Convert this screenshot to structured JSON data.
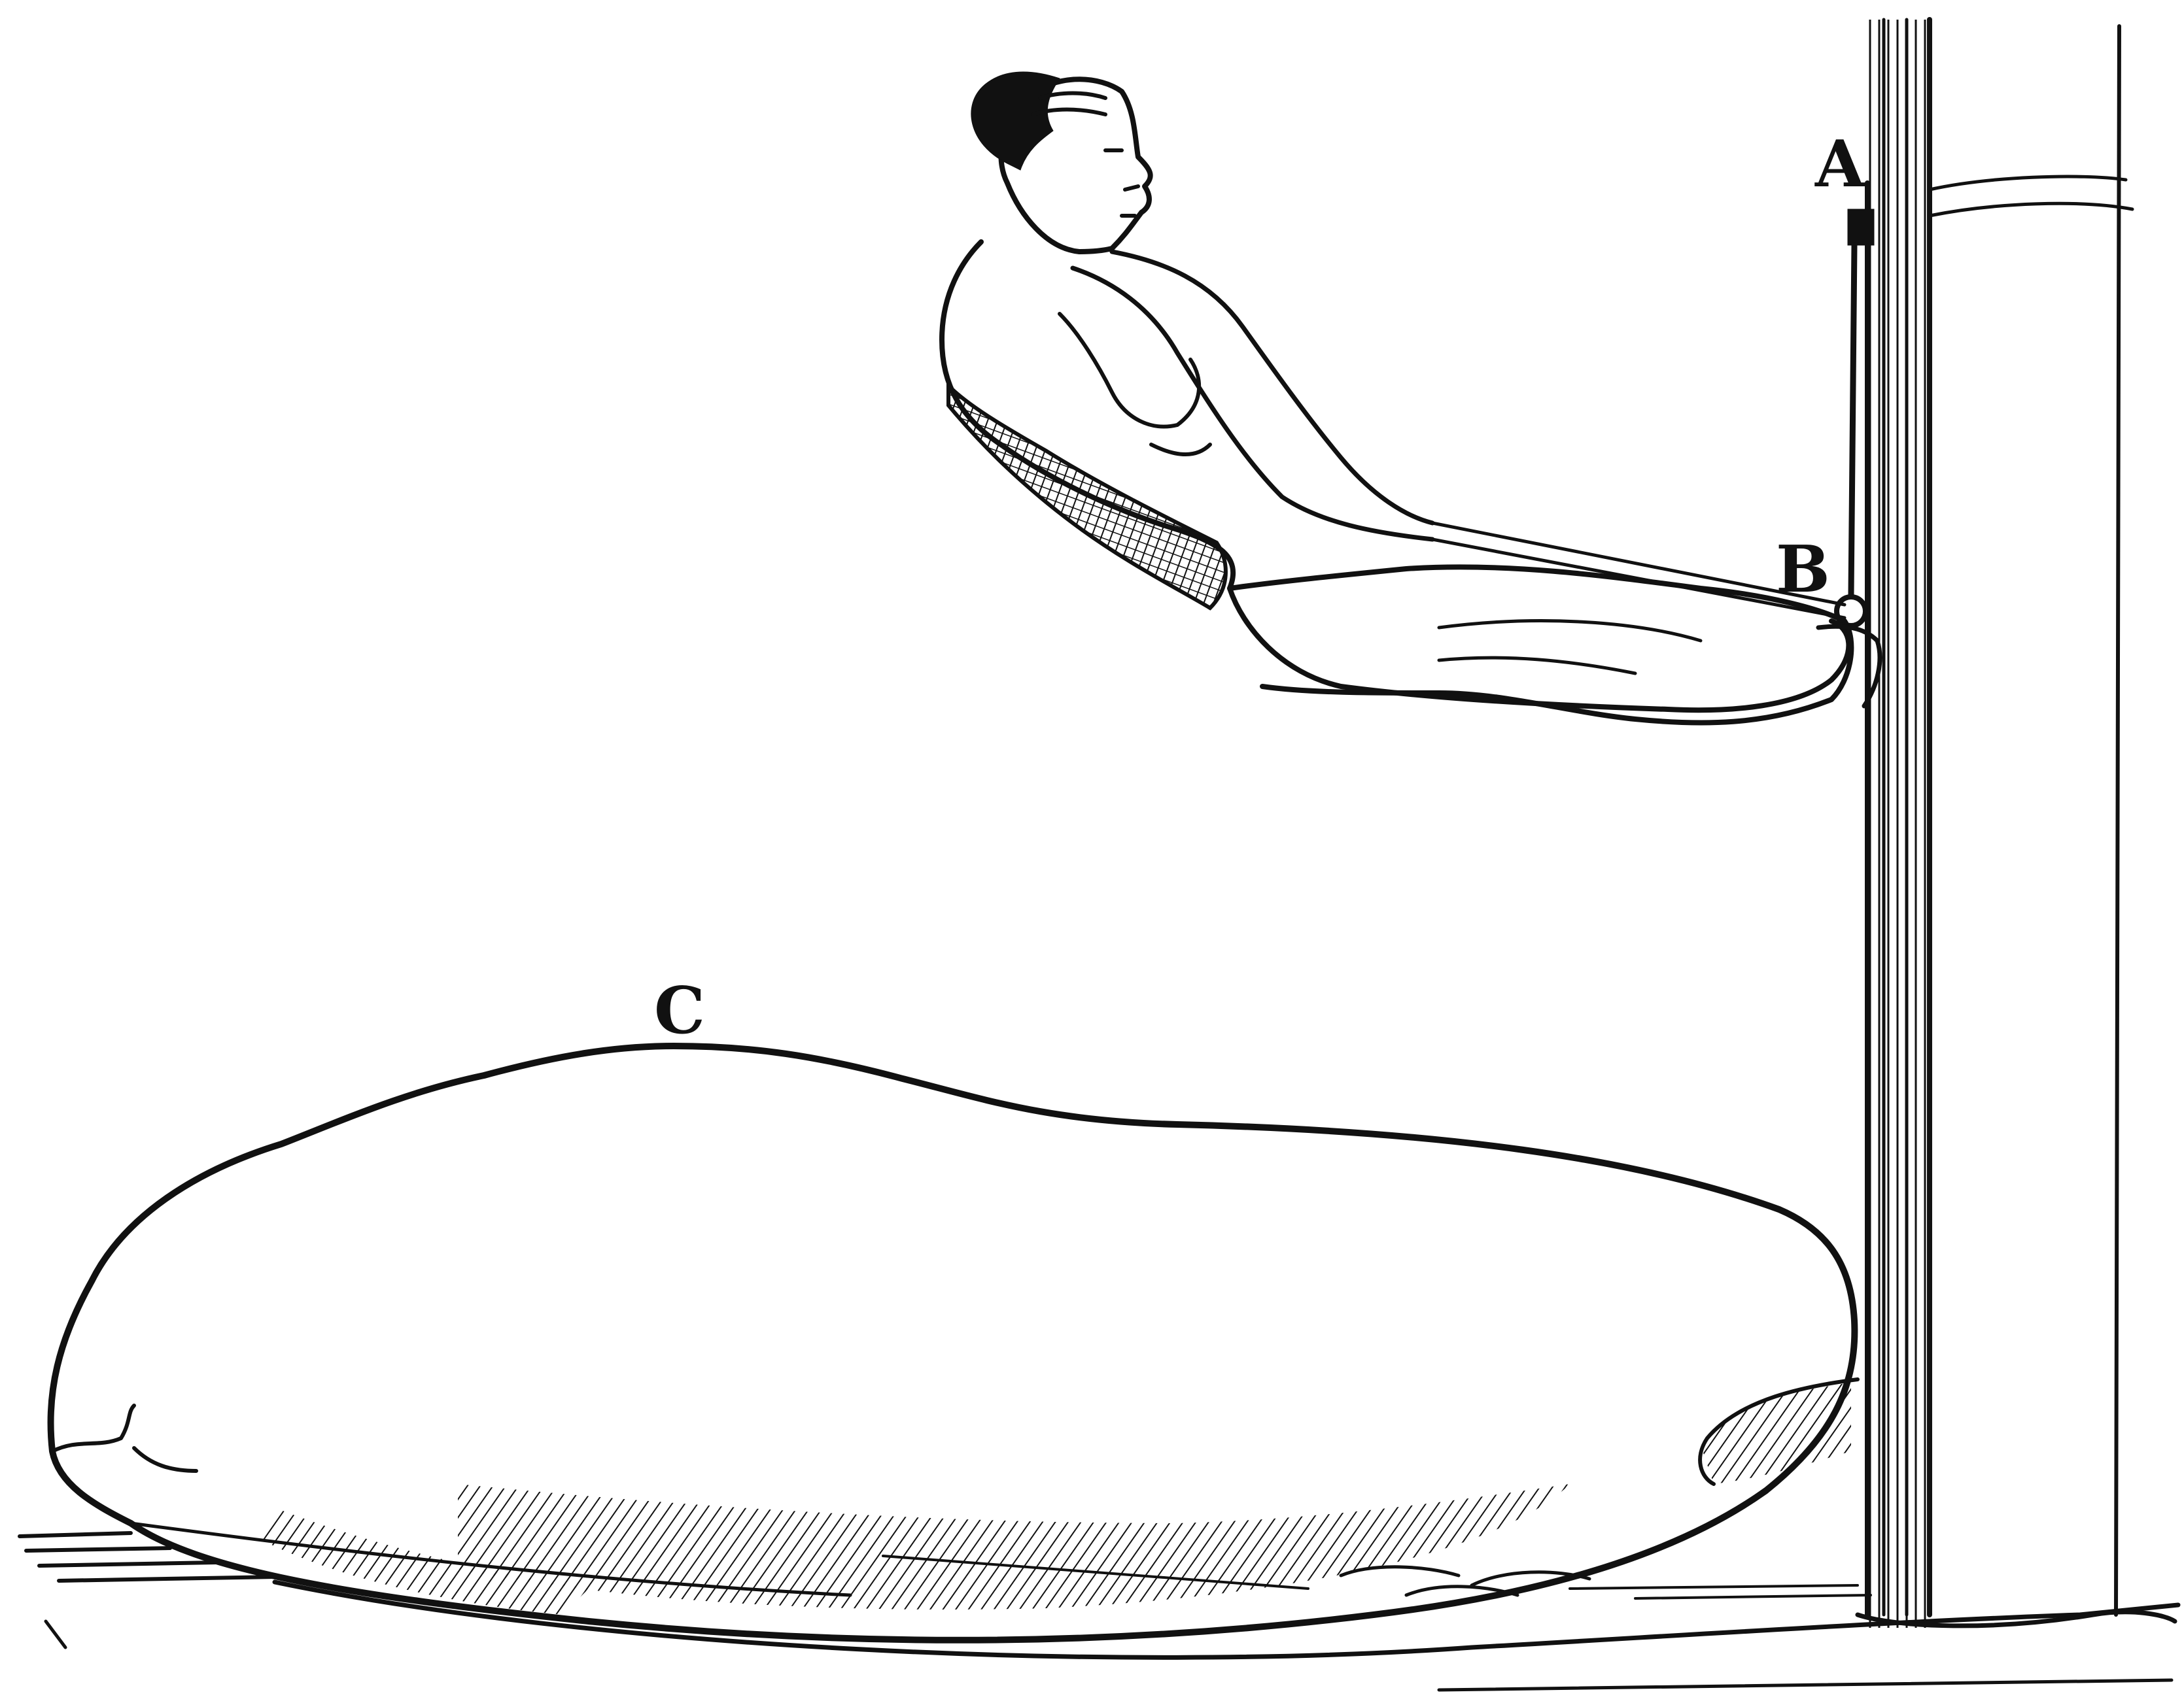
{
  "figure": {
    "labels": {
      "a": "A",
      "b": "B",
      "c": "C"
    },
    "colors": {
      "ink": "#111111",
      "paper": "#ffffff"
    }
  }
}
